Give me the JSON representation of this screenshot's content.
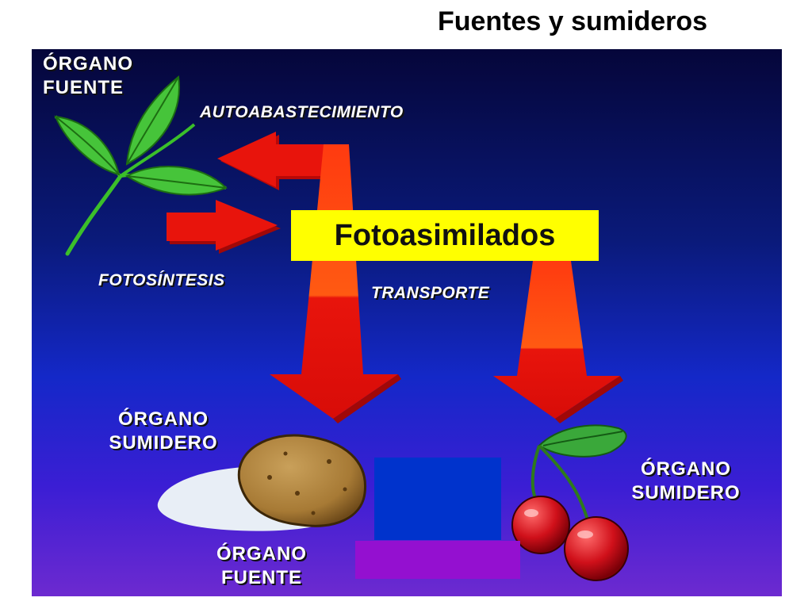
{
  "title": "Fuentes y sumideros",
  "labels": {
    "organo_fuente_top": "ÓRGANO\nFUENTE",
    "autoabastecimiento": "AUTOABASTECIMIENTO",
    "fotosintesis": "FOTOSÍNTESIS",
    "fotoasimilados": "Fotoasimilados",
    "transporte": "TRANSPORTE",
    "organo_sumidero_left": "ÓRGANO\nSUMIDERO",
    "organo_sumidero_right": "ÓRGANO\nSUMIDERO",
    "organo_fuente_bottom": "ÓRGANO\nFUENTE"
  },
  "colors": {
    "arrow_red": "#e8140c",
    "arrow_orange": "#ff5a10",
    "highlight_yellow": "#ffff00",
    "blank_blue": "#0033cc",
    "blank_purple": "#9410d0"
  },
  "icons": [
    "leaf-icon",
    "potato-icon",
    "cherries-icon"
  ]
}
